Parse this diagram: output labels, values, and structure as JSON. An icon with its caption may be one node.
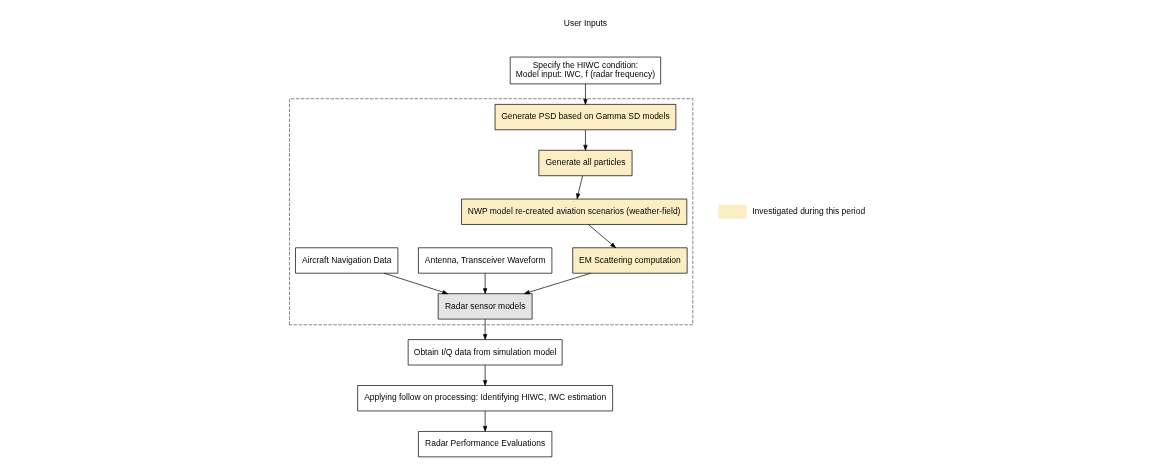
{
  "diagram": {
    "nodes": [
      {
        "text": [
          "Specify the HIWC condition:",
          "Model input: IWC, f (radar frequency)"
        ]
      },
      {
        "text": [],
        "shape": "box"
      },
      {
        "text": [
          "Generate PSD based on Gamma SD models"
        ],
        "in": 1
      },
      {
        "text": [
          "Generate all particles"
        ],
        "in": 1
      },
      {
        "text": [
          "NWP model re-created aviation scenarios (weather-field)"
        ],
        "in": 1
      },
      {
        "text": [
          "EM Scattering computation"
        ],
        "in": 1
      },
      {
        "text": [
          "Radar sensor models"
        ],
        "in": 1
      },
      {
        "text": [
          "Antenna, Transceiver Waveform"
        ],
        "in": 1
      },
      {
        "text": [
          "Aircraft Navigation Data"
        ],
        "in": 1
      },
      {
        "text": [
          "Obtain I/Q data from simulation model"
        ]
      },
      {
        "text": [
          "Applying follow on processing: Identifying HIWC, IWC estimation"
        ]
      },
      {
        "text": [
          "Radar Performance Evaluations"
        ]
      }
    ],
    "edges": [
      {
        "from": 0,
        "to": 2,
        "arrow": "to"
      },
      {
        "from": 2,
        "to": 3,
        "arrow": "to"
      },
      {
        "from": 3,
        "to": 4,
        "arrow": "to"
      },
      {
        "from": 4,
        "to": 5,
        "arrow": "to"
      },
      {
        "from": 5,
        "to": 6,
        "arrow": "to"
      },
      {
        "from": 7,
        "to": 6,
        "arrow": "to"
      },
      {
        "from": 8,
        "to": 6,
        "arrow": "to"
      },
      {
        "from": 6,
        "to": 9,
        "arrow": "to"
      },
      {
        "from": 9,
        "to": 10,
        "arrow": "to"
      },
      {
        "from": 10,
        "to": 11,
        "arrow": "to"
      }
    ],
    "labels": [
      "User Inputs"
    ],
    "legend": [
      {
        "text": "Investigated during this period",
        "color": "#fbeec4"
      }
    ]
  }
}
